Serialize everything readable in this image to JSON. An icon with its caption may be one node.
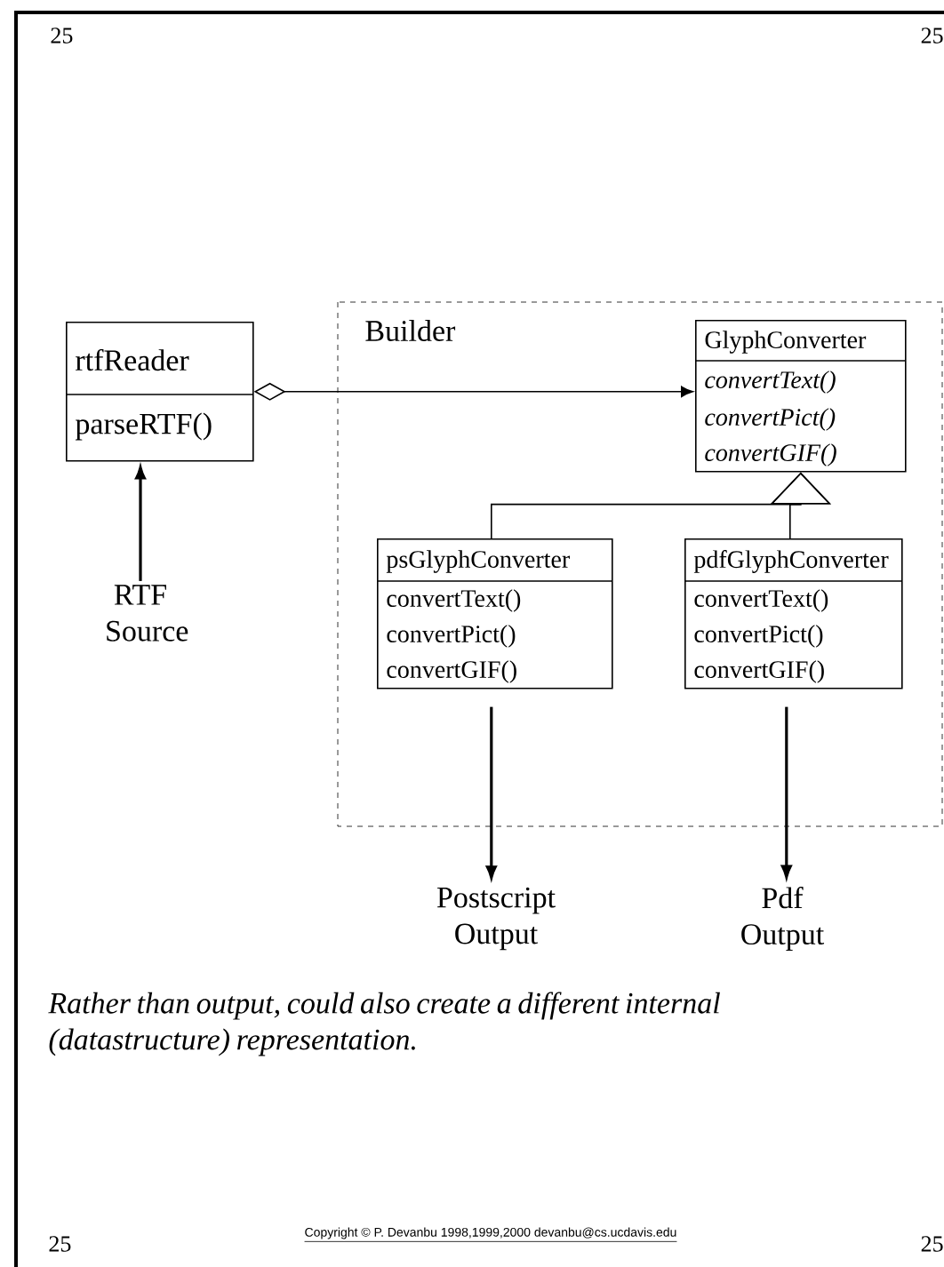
{
  "diagram": {
    "nodes": [
      {
        "text": [
          "Builder"
        ]
      },
      {
        "text": [
          "rtfReader",
          "parseRTF()"
        ]
      },
      {
        "text": [
          "GlyphConverter",
          "convertText()",
          "convertPict()",
          "convertGIF()"
        ],
        "in": 0
      },
      {
        "text": [
          "psGlyphConverter",
          "convertText()",
          "convertPict()",
          "convertGIF()"
        ],
        "in": 0
      },
      {
        "text": [
          "pdfGlyphConverter",
          "convertText()",
          "convertPict()",
          "convertGIF()"
        ],
        "in": 0
      },
      {
        "text": [
          "RTF Source"
        ]
      },
      {
        "text": [
          "Postscript Output"
        ]
      },
      {
        "text": [
          "Pdf Output"
        ]
      }
    ],
    "edges": [
      {
        "from": 1,
        "to": 2,
        "arrow": "to"
      },
      {
        "from": 3,
        "to": 2,
        "arrow": "to"
      },
      {
        "from": 4,
        "to": 2,
        "arrow": "to"
      },
      {
        "from": 5,
        "to": 1,
        "arrow": "to"
      },
      {
        "from": 3,
        "to": 6,
        "arrow": "to"
      },
      {
        "from": 4,
        "to": 7,
        "arrow": "to"
      }
    ],
    "labels": [
      "25",
      "25",
      "Rather than output, could also create a different internal (datastructure) representation.",
      "25",
      "Copyright © P. Devanbu 1998,1999,2000 devanbu@cs.ucdavis.edu",
      "25"
    ]
  }
}
